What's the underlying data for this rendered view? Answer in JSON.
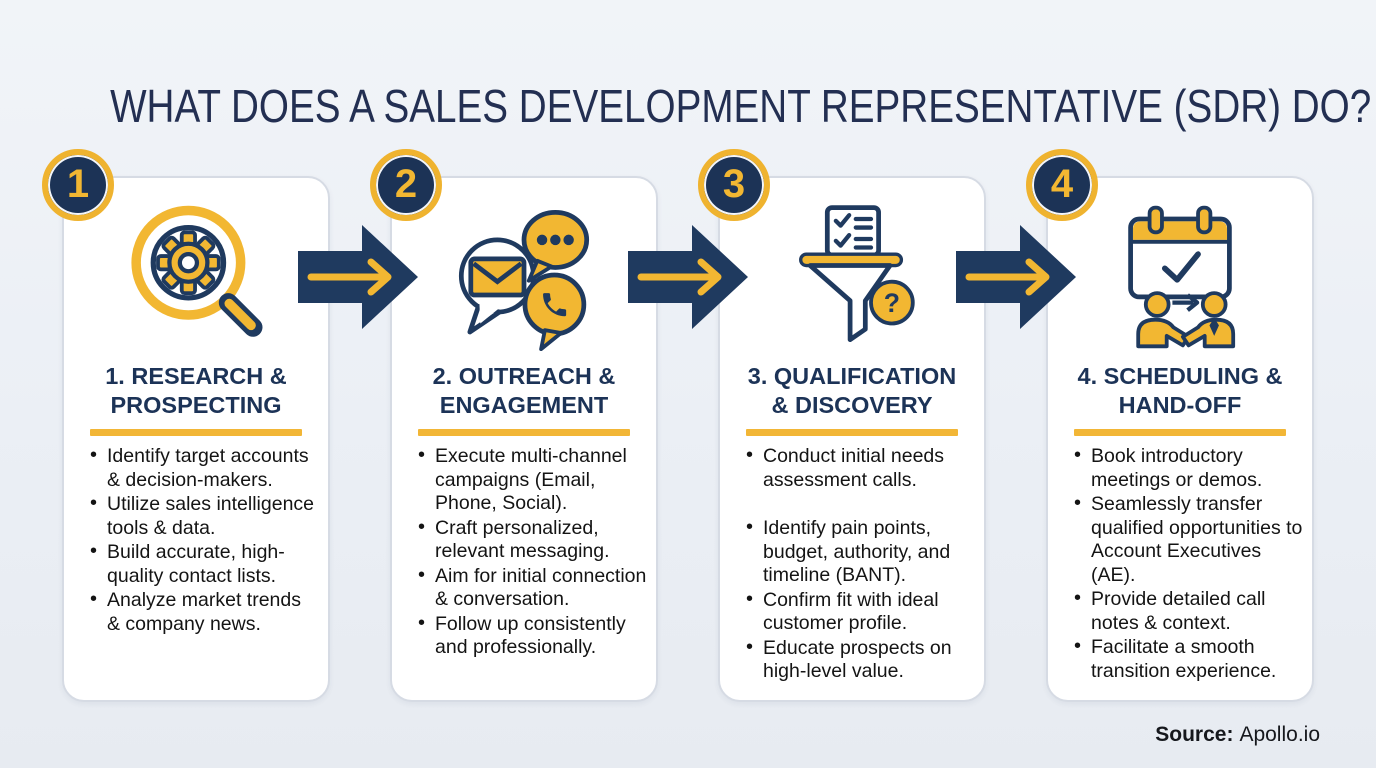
{
  "page": {
    "title": "WHAT DOES A SALES DEVELOPMENT REPRESENTATIVE (SDR) DO?",
    "source_label": "Source:",
    "source_value": "Apollo.io"
  },
  "colors": {
    "navy": "#1F3A5F",
    "navy_dark": "#1C3356",
    "title_navy": "#232F52",
    "yellow": "#F2B732",
    "underline_yellow": "#F2B636",
    "background": "#EDF0F5",
    "card_background": "#FFFFFF",
    "card_border": "#D6DBE4",
    "body_text": "#141414"
  },
  "steps": [
    {
      "number": "1",
      "icon": "magnifier-gear-icon",
      "title_lines": [
        "1. RESEARCH &",
        "PROSPECTING"
      ],
      "bullets": [
        "Identify target accounts & decision-makers.",
        "Utilize sales intelligence tools & data.",
        "Build accurate, high-quality contact lists.",
        "Analyze market trends & company news."
      ]
    },
    {
      "number": "2",
      "icon": "chat-bubbles-icon",
      "title_lines": [
        "2. OUTREACH &",
        "ENGAGEMENT"
      ],
      "bullets": [
        "Execute multi-channel campaigns (Email, Phone, Social).",
        "Craft personalized, relevant messaging.",
        "Aim for initial connection & conversation.",
        "Follow up consistently and professionally."
      ]
    },
    {
      "number": "3",
      "icon": "funnel-checklist-icon",
      "icon_glyph": "?",
      "title_lines": [
        "3. QUALIFICATION",
        "& DISCOVERY"
      ],
      "bullets": [
        "Conduct initial needs assessment calls.",
        "Identify pain points, budget, authority, and timeline (BANT).",
        "Confirm fit with ideal customer profile.",
        "Educate prospects on high-level value."
      ]
    },
    {
      "number": "4",
      "icon": "calendar-handshake-icon",
      "title_lines": [
        "4. SCHEDULING &",
        "HAND-OFF"
      ],
      "bullets": [
        "Book introductory meetings or demos.",
        "Seamlessly transfer qualified opportunities to Account Executives (AE).",
        "Provide detailed call notes & context.",
        "Facilitate a smooth transition experience."
      ]
    }
  ]
}
